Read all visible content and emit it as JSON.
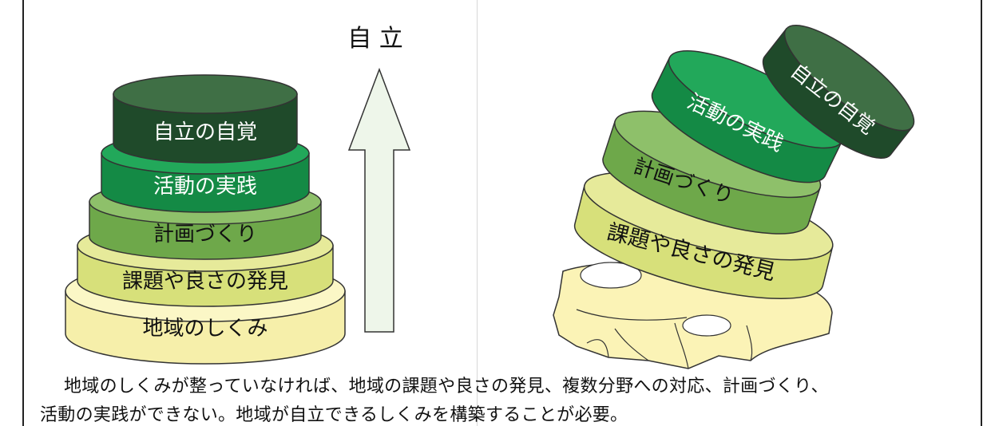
{
  "diagram": {
    "arrow_label": "自 立",
    "stack_left": [
      {
        "label": "自立の自覚",
        "top": "#3f6f45",
        "side": "#1f4a2a",
        "text": "#ffffff"
      },
      {
        "label": "活動の実践",
        "top": "#22a85a",
        "side": "#148a45",
        "text": "#ffffff"
      },
      {
        "label": "計画づくり",
        "top": "#8ec06a",
        "side": "#6ea84a",
        "text": "#111111"
      },
      {
        "label": "課題や良さの発見",
        "top": "#e6ea9a",
        "side": "#d7e07a",
        "text": "#111111"
      },
      {
        "label": "地域のしくみ",
        "top": "#fbf7c6",
        "side": "#f6efaa",
        "text": "#111111"
      }
    ],
    "stack_right": [
      {
        "label": "自立の自覚",
        "top": "#3f6f45",
        "side": "#1f4a2a",
        "text": "#ffffff"
      },
      {
        "label": "活動の実践",
        "top": "#22a85a",
        "side": "#148a45",
        "text": "#ffffff"
      },
      {
        "label": "計画づくり",
        "top": "#8ec06a",
        "side": "#6ea84a",
        "text": "#111111"
      },
      {
        "label": "課題や良さの発見",
        "top": "#e6ea9a",
        "side": "#d7e07a",
        "text": "#111111"
      }
    ]
  },
  "caption": {
    "line1": "地域のしくみが整っていなければ、地域の課題や良さの発見、複数分野への対応、計画づくり、",
    "line2": "活動の実践ができない。地域が自立できるしくみを構築することが必要。"
  }
}
